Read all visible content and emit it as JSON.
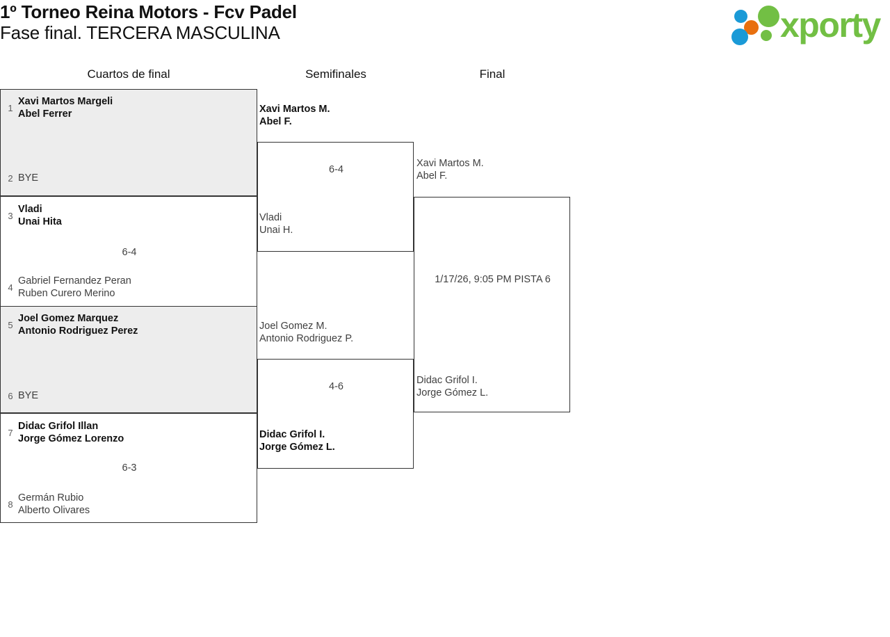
{
  "header": {
    "title_line1": "1º Torneo Reina Motors - Fcv Padel",
    "title_line2": "Fase final. TERCERA MASCULINA",
    "logo_text": "xporty",
    "logo_colors": {
      "green": "#72bf44",
      "blue": "#1a9ad7",
      "orange": "#e8700f"
    }
  },
  "rounds": [
    {
      "label": "Cuartos de final"
    },
    {
      "label": "Semifinales"
    },
    {
      "label": "Final"
    }
  ],
  "quarterfinals": [
    {
      "top": {
        "seed": "1",
        "players": [
          "Xavi Martos Margeli",
          "Abel Ferrer"
        ],
        "winner": true
      },
      "bottom": {
        "seed": "2",
        "players": [
          "BYE"
        ],
        "winner": false,
        "bye": true
      },
      "score": ""
    },
    {
      "top": {
        "seed": "3",
        "players": [
          "Vladi",
          "Unai Hita"
        ],
        "winner": true
      },
      "bottom": {
        "seed": "4",
        "players": [
          "Gabriel Fernandez Peran",
          "Ruben Curero Merino"
        ],
        "winner": false
      },
      "score": "6-4"
    },
    {
      "top": {
        "seed": "5",
        "players": [
          "Joel Gomez Marquez",
          "Antonio Rodriguez Perez"
        ],
        "winner": true
      },
      "bottom": {
        "seed": "6",
        "players": [
          "BYE"
        ],
        "winner": false,
        "bye": true
      },
      "score": ""
    },
    {
      "top": {
        "seed": "7",
        "players": [
          "Didac Grifol Illan",
          "Jorge Gómez Lorenzo"
        ],
        "winner": true
      },
      "bottom": {
        "seed": "8",
        "players": [
          "Germán Rubio",
          "Alberto Olivares"
        ],
        "winner": false
      },
      "score": "6-3"
    }
  ],
  "semifinals": [
    {
      "top": {
        "players": [
          "Xavi Martos M.",
          "Abel F."
        ],
        "winner": true
      },
      "bottom": {
        "players": [
          "Vladi",
          "Unai H."
        ],
        "winner": false
      },
      "score": "6-4"
    },
    {
      "top": {
        "players": [
          "Joel Gomez M.",
          "Antonio Rodriguez P."
        ],
        "winner": false
      },
      "bottom": {
        "players": [
          "Didac Grifol I.",
          "Jorge Gómez L."
        ],
        "winner": true
      },
      "score": "4-6"
    }
  ],
  "final": {
    "top": {
      "players": [
        "Xavi Martos M.",
        "Abel F."
      ],
      "winner": false
    },
    "bottom": {
      "players": [
        "Didac Grifol I.",
        "Jorge Gómez L."
      ],
      "winner": false
    },
    "schedule": "1/17/26, 9:05 PM PISTA 6"
  }
}
